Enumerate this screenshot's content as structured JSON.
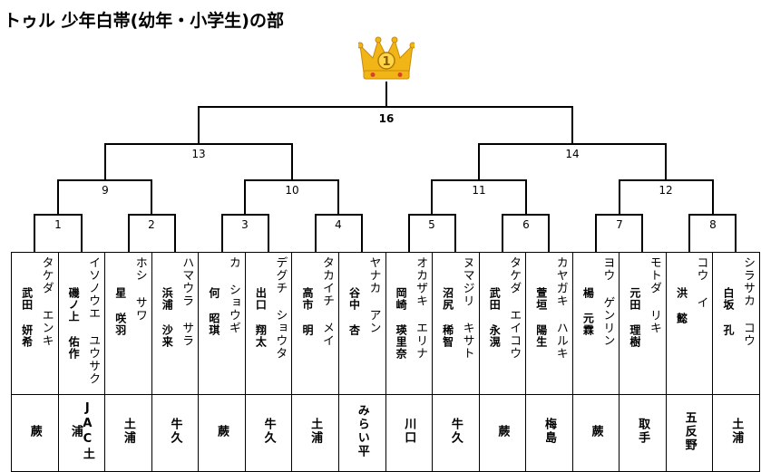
{
  "title": "トゥル 少年白帯(幼年・小学生)の部",
  "crown": {
    "number": "1",
    "gold": "#F2B516",
    "gold_dark": "#C98A0C",
    "jewel": "#D9402A"
  },
  "matches": {
    "m1": "1",
    "m2": "2",
    "m3": "3",
    "m4": "4",
    "m5": "5",
    "m6": "6",
    "m7": "7",
    "m8": "8",
    "m9": "9",
    "m10": "10",
    "m11": "11",
    "m12": "12",
    "m13": "13",
    "m14": "14",
    "final": "16"
  },
  "players": [
    {
      "kana": "タケダ エンキ",
      "kanji": "武田 妍希",
      "team": "蕨"
    },
    {
      "kana": "イソノウエ ユウサク",
      "kanji": "磯ノ上 佑作",
      "team": "JAC土浦"
    },
    {
      "kana": "ホシ サワ",
      "kanji": "星 咲羽",
      "team": "土浦"
    },
    {
      "kana": "ハマウラ サラ",
      "kanji": "浜浦 沙来",
      "team": "牛久"
    },
    {
      "kana": "カ ショウギ",
      "kanji": "何 昭琪",
      "team": "蕨"
    },
    {
      "kana": "デグチ ショウタ",
      "kanji": "出口 翔太",
      "team": "牛久"
    },
    {
      "kana": "タカイチ メイ",
      "kanji": "高市 明",
      "team": "土浦"
    },
    {
      "kana": "ヤナカ アン",
      "kanji": "谷中 杏",
      "team": "みらい平"
    },
    {
      "kana": "オカザキ エリナ",
      "kanji": "岡崎 瑛里奈",
      "team": "川口"
    },
    {
      "kana": "ヌマジリ キサト",
      "kanji": "沼尻 稀智",
      "team": "牛久"
    },
    {
      "kana": "タケダ エイコウ",
      "kanji": "武田 永滉",
      "team": "蕨"
    },
    {
      "kana": "カヤガキ ハルキ",
      "kanji": "萱垣 陽生",
      "team": "梅島"
    },
    {
      "kana": "ヨウ ゲンリン",
      "kanji": "楊 元霖",
      "team": "蕨"
    },
    {
      "kana": "モトダ リキ",
      "kanji": "元田 理樹",
      "team": "取手"
    },
    {
      "kana": "コウ イ",
      "kanji": "洪 懿",
      "team": "五反野"
    },
    {
      "kana": "シラサカ コウ",
      "kanji": "白坂 孔",
      "team": "土浦"
    }
  ]
}
